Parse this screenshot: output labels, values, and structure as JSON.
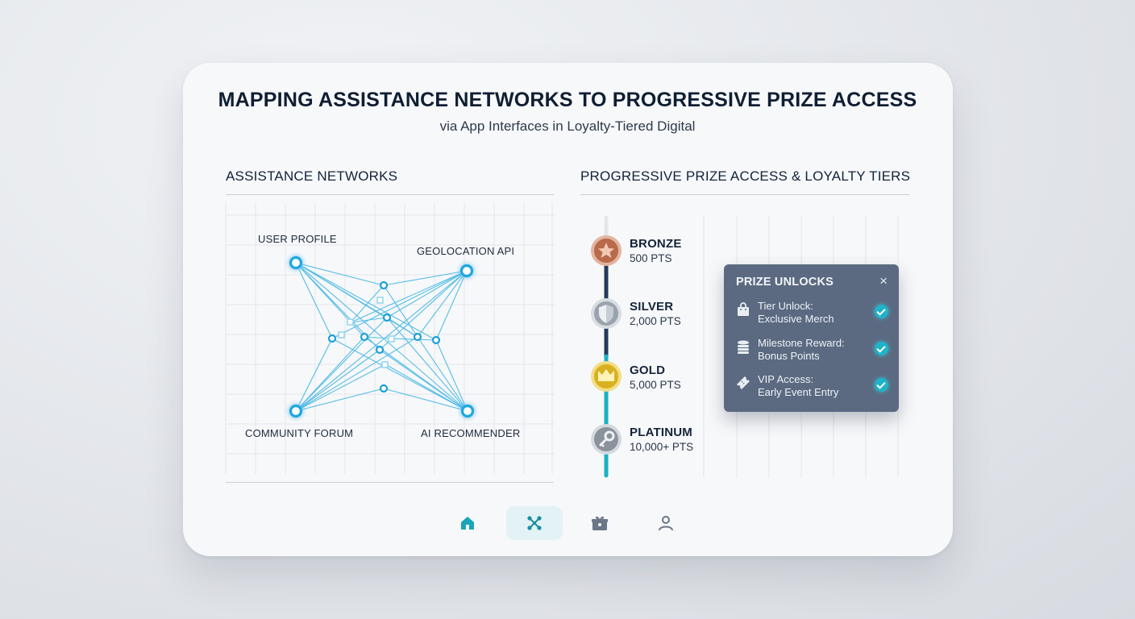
{
  "header": {
    "title": "MAPPING ASSISTANCE NETWORKS TO PROGRESSIVE PRIZE ACCESS",
    "subtitle": "via App Interfaces in Loyalty-Tiered Digital"
  },
  "network": {
    "heading": "ASSISTANCE NETWORKS",
    "nodes": {
      "user_profile": "USER PROFILE",
      "geolocation_api": "GEOLOCATION API",
      "community_forum": "COMMUNITY FORUM",
      "ai_recommender": "AI RECOMMENDER"
    },
    "accent": "#2fb8e6"
  },
  "prizes": {
    "heading": "PROGRESSIVE PRIZE ACCESS & LOYALTY TIERS",
    "tiers": [
      {
        "name": "BRONZE",
        "points": "500 PTS",
        "icon": "star-icon",
        "color": "#b86a4a"
      },
      {
        "name": "SILVER",
        "points": "2,000 PTS",
        "icon": "shield-icon",
        "color": "#9aa3ad"
      },
      {
        "name": "GOLD",
        "points": "5,000 PTS",
        "icon": "crown-icon",
        "color": "#d9b01f"
      },
      {
        "name": "PLATINUM",
        "points": "10,000+ PTS",
        "icon": "key-icon",
        "color": "#8a929c"
      }
    ],
    "timeline_colors": {
      "dark": "#243a5a",
      "accent": "#1ab0c4"
    }
  },
  "popup": {
    "title": "PRIZE UNLOCKS",
    "close": "×",
    "items": [
      {
        "line1": "Tier Unlock:",
        "line2": "Exclusive Merch",
        "icon": "shopping-bag-icon"
      },
      {
        "line1": "Milestone Reward:",
        "line2": "Bonus Points",
        "icon": "coins-icon"
      },
      {
        "line1": "VIP Access:",
        "line2": "Early Event Entry",
        "icon": "ticket-icon"
      }
    ]
  },
  "bottom_nav": {
    "items": [
      "home-icon",
      "network-icon",
      "prize-box-icon",
      "profile-icon"
    ],
    "active": "network-icon",
    "accent": "#1aa5b8"
  }
}
